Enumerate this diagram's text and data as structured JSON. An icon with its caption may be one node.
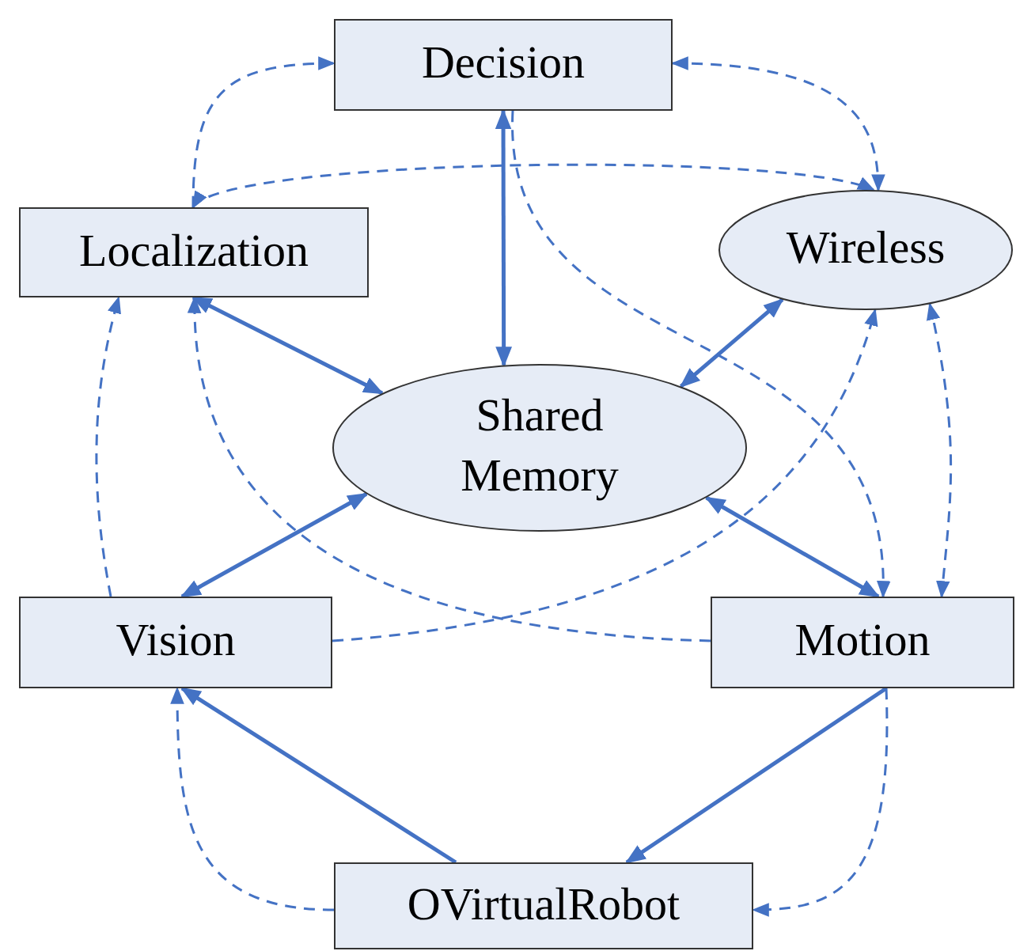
{
  "diagram": {
    "nodes": [
      {
        "text": [
          "Decision"
        ]
      },
      {
        "text": [
          "Localization"
        ]
      },
      {
        "text": [
          "Wireless"
        ]
      },
      {
        "text": [
          "Shared Memory"
        ]
      },
      {
        "text": [
          "Vision"
        ]
      },
      {
        "text": [
          "Motion"
        ]
      },
      {
        "text": [
          "OVirtualRobot"
        ]
      }
    ],
    "edges": [
      {
        "from": 0,
        "to": 3,
        "arrow": "both"
      },
      {
        "from": 1,
        "to": 3,
        "arrow": "both"
      },
      {
        "from": 2,
        "to": 3,
        "arrow": "both"
      },
      {
        "from": 4,
        "to": 3,
        "arrow": "both"
      },
      {
        "from": 3,
        "to": 5,
        "arrow": "both"
      },
      {
        "from": 6,
        "to": 4,
        "arrow": "to"
      },
      {
        "from": 5,
        "to": 6,
        "arrow": "to"
      },
      {
        "from": 1,
        "to": 0,
        "arrow": "to",
        "style": "dashed"
      },
      {
        "from": 0,
        "to": 2,
        "arrow": "both",
        "style": "dashed"
      },
      {
        "from": 1,
        "to": 2,
        "arrow": "both",
        "style": "dashed"
      },
      {
        "from": 4,
        "to": 1,
        "arrow": "to",
        "style": "dashed"
      },
      {
        "from": 5,
        "to": 1,
        "arrow": "to",
        "style": "dashed"
      },
      {
        "from": 0,
        "to": 5,
        "arrow": "to",
        "style": "dashed"
      },
      {
        "from": 4,
        "to": 2,
        "arrow": "to",
        "style": "dashed"
      },
      {
        "from": 2,
        "to": 5,
        "arrow": "both",
        "style": "dashed"
      },
      {
        "from": 6,
        "to": 4,
        "arrow": "to",
        "style": "dashed"
      },
      {
        "from": 5,
        "to": 6,
        "arrow": "to",
        "style": "dashed"
      }
    ]
  }
}
